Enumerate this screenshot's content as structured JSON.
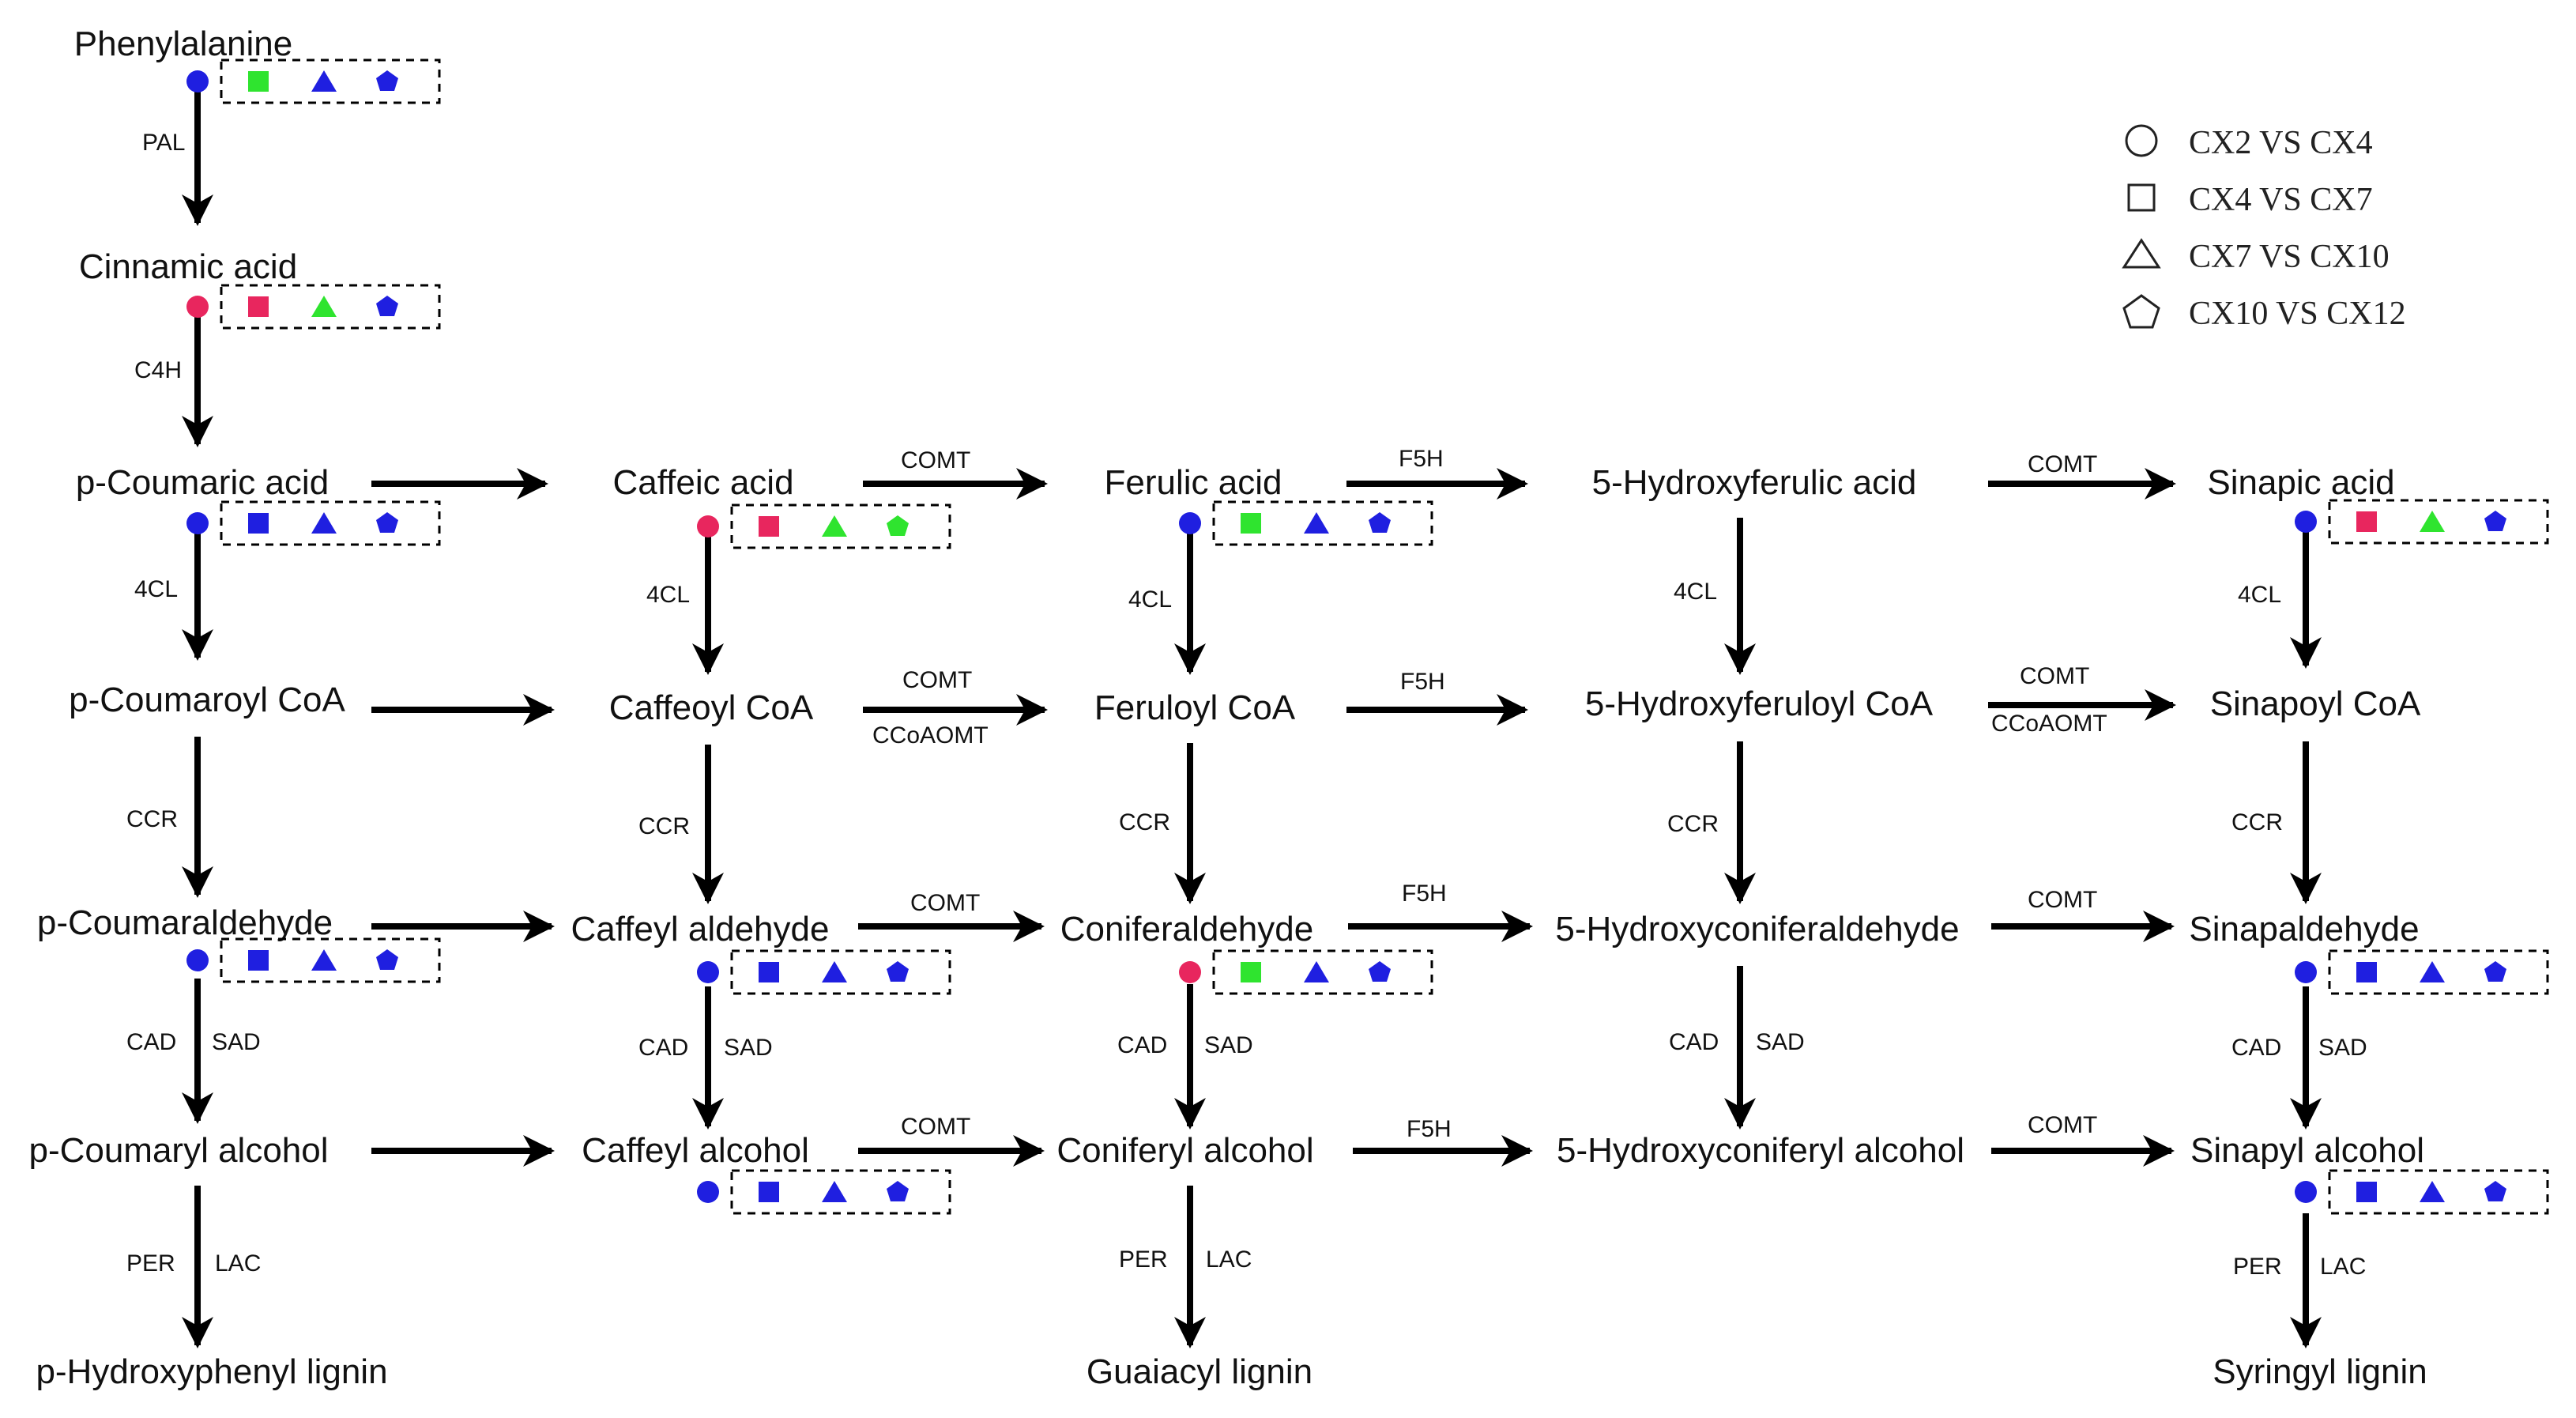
{
  "colors": {
    "up": "#e8265e",
    "down": "#1f1fe0",
    "neutral": "#2fe42f"
  },
  "nodes": {
    "phe": "Phenylalanine",
    "cin": "Cinnamic acid",
    "pcou": "p-Coumaric acid",
    "caf": "Caffeic acid",
    "fer": "Ferulic acid",
    "hfer": "5-Hydroxyferulic acid",
    "sin": "Sinapic acid",
    "pcoa": "p-Coumaroyl CoA",
    "cafcoa": "Caffeoyl CoA",
    "fercoa": "Feruloyl CoA",
    "hfercoa": "5-Hydroxyferuloyl CoA",
    "sincoa": "Sinapoyl CoA",
    "pald": "p-Coumaraldehyde",
    "cafald": "Caffeyl aldehyde",
    "conald": "Coniferaldehyde",
    "hconald": "5-Hydroxyconiferaldehyde",
    "sinald": "Sinapaldehyde",
    "palc": "p-Coumaryl alcohol",
    "cafalc": "Caffeyl alcohol",
    "conalc": "Coniferyl alcohol",
    "hconalc": "5-Hydroxyconiferyl alcohol",
    "sinalc": "Sinapyl alcohol",
    "hlig": "p-Hydroxyphenyl lignin",
    "glig": "Guaiacyl lignin",
    "slig": "Syringyl lignin"
  },
  "enzymes": {
    "pal": "PAL",
    "c4h": "C4H",
    "fourcl": "4CL",
    "ccr": "CCR",
    "cad": "CAD",
    "sad": "SAD",
    "per": "PER",
    "lac": "LAC",
    "comt": "COMT",
    "f5h": "F5H",
    "ccoaomt": "CCoAOMT"
  },
  "legend": [
    {
      "shape": "circle",
      "label": "CX2 VS CX4"
    },
    {
      "shape": "square",
      "label": "CX4 VS CX7"
    },
    {
      "shape": "triangle",
      "label": "CX7 VS CX10"
    },
    {
      "shape": "pentagon",
      "label": "CX10 VS CX12"
    }
  ],
  "markers": [
    {
      "node": "Phenylalanine",
      "circle": "down",
      "square": "neutral",
      "triangle": "down",
      "pentagon": "down"
    },
    {
      "node": "Cinnamic acid",
      "circle": "up",
      "square": "up",
      "triangle": "neutral",
      "pentagon": "down"
    },
    {
      "node": "p-Coumaric acid",
      "circle": "down",
      "square": "down",
      "triangle": "down",
      "pentagon": "down"
    },
    {
      "node": "Caffeic acid",
      "circle": "up",
      "square": "up",
      "triangle": "neutral",
      "pentagon": "neutral"
    },
    {
      "node": "Ferulic acid",
      "circle": "down",
      "square": "neutral",
      "triangle": "down",
      "pentagon": "down"
    },
    {
      "node": "Sinapic acid",
      "circle": "down",
      "square": "up",
      "triangle": "neutral",
      "pentagon": "down"
    },
    {
      "node": "p-Coumaraldehyde",
      "circle": "down",
      "square": "down",
      "triangle": "down",
      "pentagon": "down"
    },
    {
      "node": "Caffeyl aldehyde",
      "circle": "down",
      "square": "down",
      "triangle": "down",
      "pentagon": "down"
    },
    {
      "node": "Coniferaldehyde",
      "circle": "up",
      "square": "neutral",
      "triangle": "down",
      "pentagon": "down"
    },
    {
      "node": "Sinapaldehyde",
      "circle": "down",
      "square": "down",
      "triangle": "down",
      "pentagon": "down"
    },
    {
      "node": "Caffeyl alcohol",
      "circle": "down",
      "square": "down",
      "triangle": "down",
      "pentagon": "down"
    },
    {
      "node": "Sinapyl alcohol",
      "circle": "down",
      "square": "down",
      "triangle": "down",
      "pentagon": "down"
    }
  ]
}
